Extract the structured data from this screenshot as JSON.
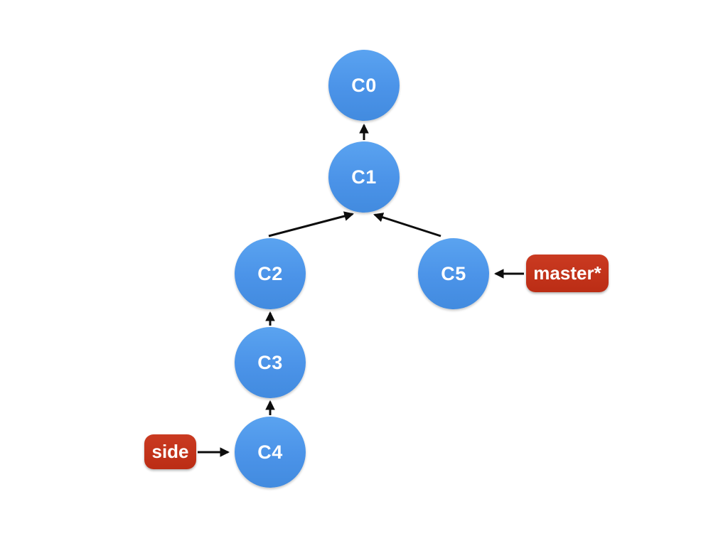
{
  "diagram": {
    "background": "#ffffff",
    "nodes": [
      {
        "id": "C0",
        "label": "C0"
      },
      {
        "id": "C1",
        "label": "C1"
      },
      {
        "id": "C2",
        "label": "C2"
      },
      {
        "id": "C3",
        "label": "C3"
      },
      {
        "id": "C4",
        "label": "C4"
      },
      {
        "id": "C5",
        "label": "C5"
      }
    ],
    "branches": [
      {
        "label": "master*",
        "points_to": "C5"
      },
      {
        "label": "side",
        "points_to": "C4"
      }
    ],
    "edges": [
      {
        "from": "C1",
        "to": "C0"
      },
      {
        "from": "C2",
        "to": "C1"
      },
      {
        "from": "C5",
        "to": "C1"
      },
      {
        "from": "C3",
        "to": "C2"
      },
      {
        "from": "C4",
        "to": "C3"
      },
      {
        "from": "master*",
        "to": "C5"
      },
      {
        "from": "side",
        "to": "C4"
      }
    ],
    "colors": {
      "node_fill": "#4b93e8",
      "branch_fill": "#c23420",
      "arrow": "#0d0d0d",
      "text": "#ffffff"
    }
  }
}
